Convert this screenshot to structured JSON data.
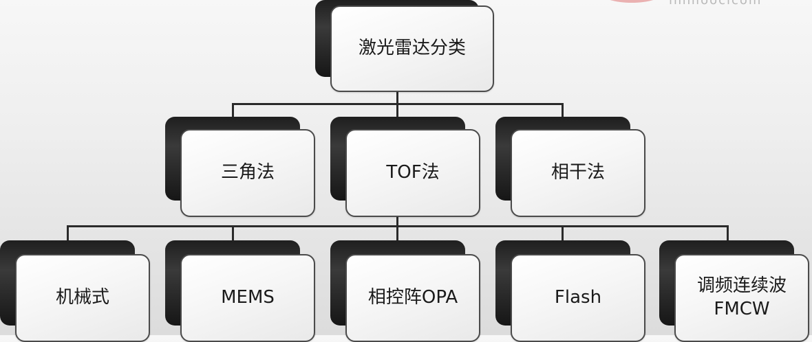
{
  "watermark": "immoocicom",
  "diagram": {
    "root": {
      "label": "激光雷达分类"
    },
    "level2": [
      {
        "label": "三角法"
      },
      {
        "label": "TOF法"
      },
      {
        "label": "相干法"
      }
    ],
    "level3": [
      {
        "label": "机械式"
      },
      {
        "label": "MEMS"
      },
      {
        "label": "相控阵OPA"
      },
      {
        "label": "Flash"
      },
      {
        "label": "调频连续波\nFMCW"
      }
    ]
  }
}
